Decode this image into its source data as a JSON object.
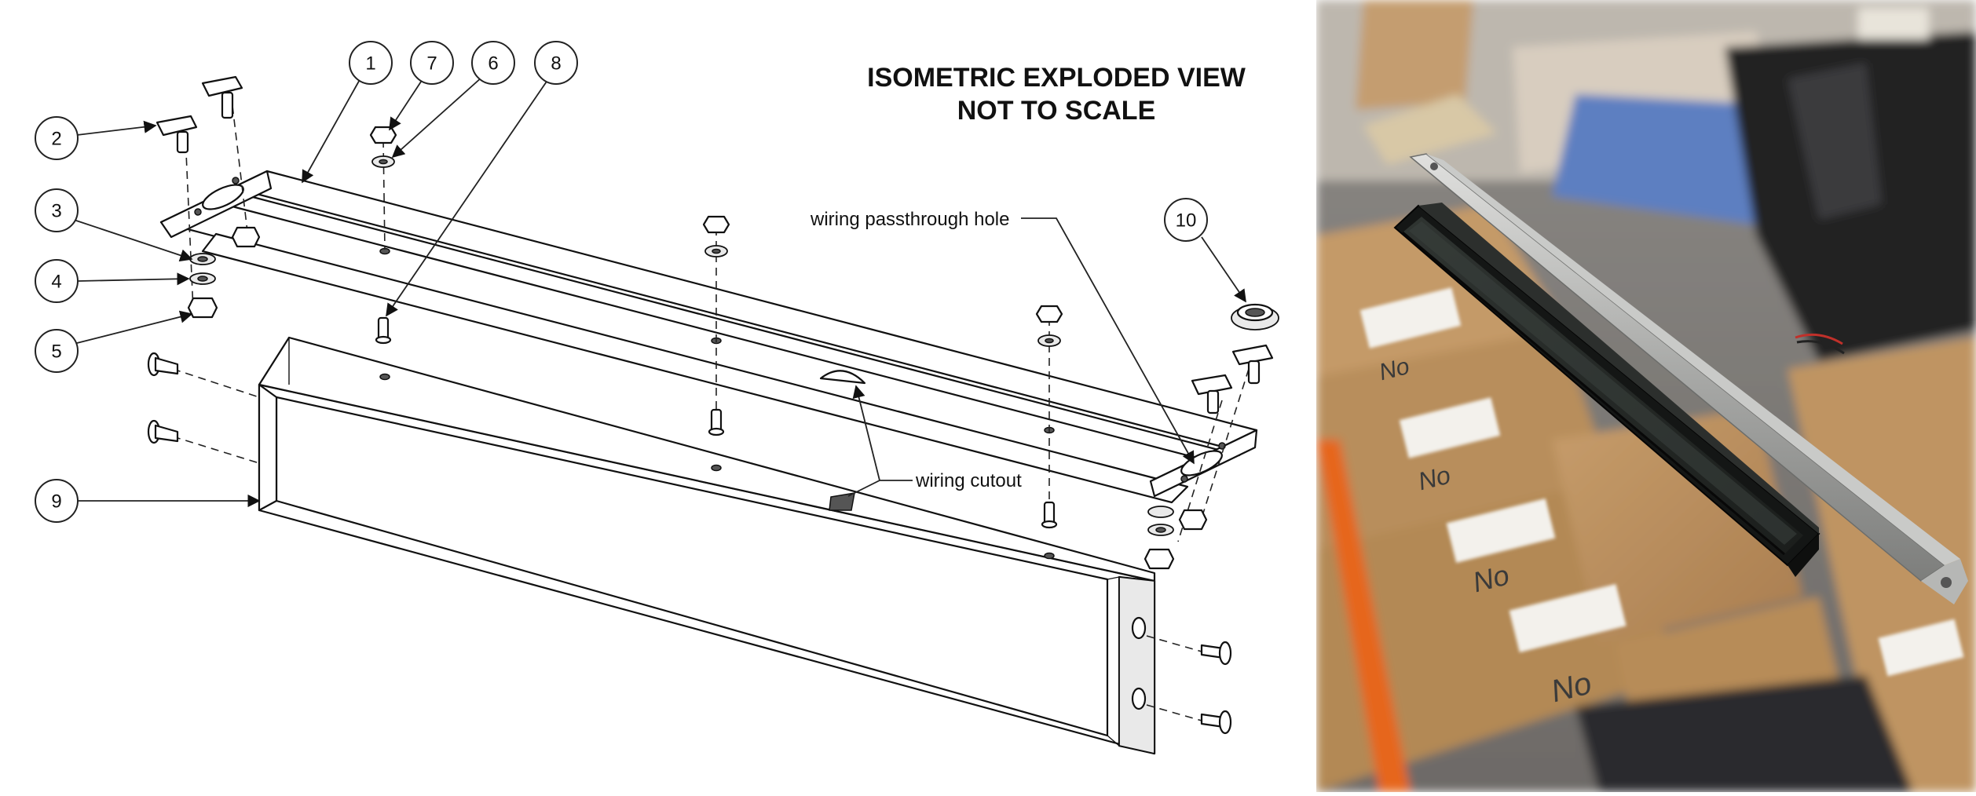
{
  "drawing": {
    "title_line1": "ISOMETRIC EXPLODED VIEW",
    "title_line2": "NOT TO SCALE",
    "labels": {
      "wiring_passthrough": "wiring passthrough hole",
      "wiring_cutout": "wiring cutout"
    },
    "callouts": [
      "1",
      "2",
      "3",
      "4",
      "5",
      "6",
      "7",
      "8",
      "9",
      "10"
    ]
  },
  "photo": {
    "box_markings": [
      "No",
      "No",
      "No",
      "No"
    ]
  }
}
